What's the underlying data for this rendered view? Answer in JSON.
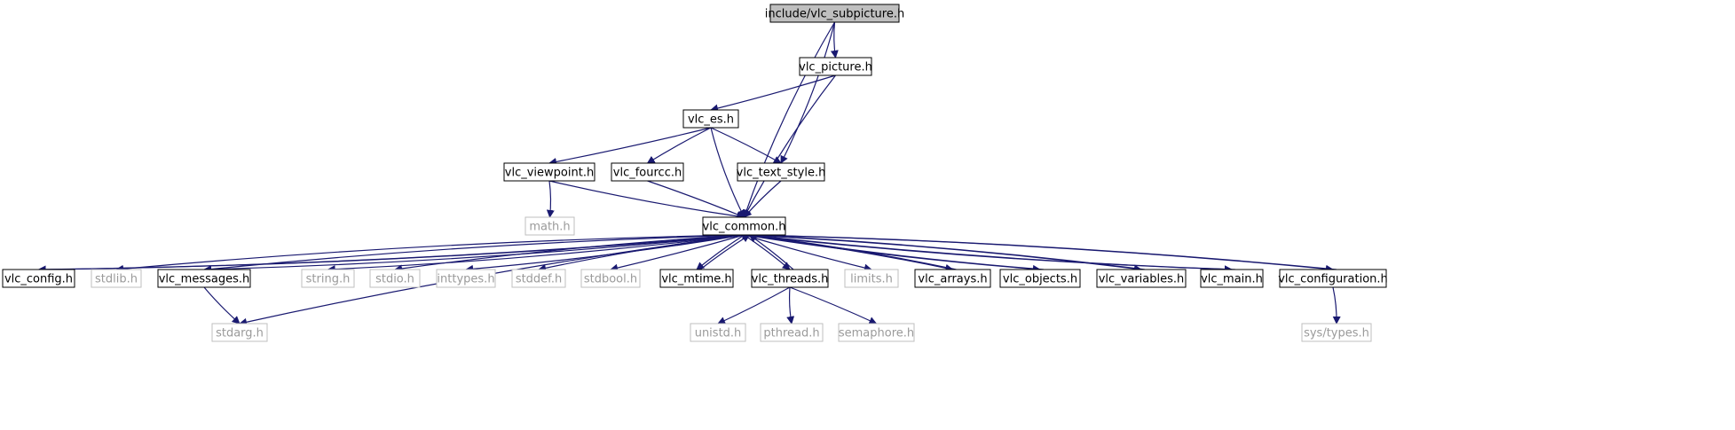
{
  "colors": {
    "edge": "#191970",
    "node_border": "#000000",
    "system_border": "#bfbfbf",
    "system_text": "#9a9a9a",
    "root_fill": "#bfbfbf"
  },
  "nodes": {
    "vlc_subpicture": {
      "label": "include/vlc_subpicture.h",
      "kind": "root"
    },
    "vlc_picture": {
      "label": "vlc_picture.h",
      "kind": "local"
    },
    "vlc_es": {
      "label": "vlc_es.h",
      "kind": "local"
    },
    "vlc_viewpoint": {
      "label": "vlc_viewpoint.h",
      "kind": "local"
    },
    "vlc_fourcc": {
      "label": "vlc_fourcc.h",
      "kind": "local"
    },
    "vlc_text_style": {
      "label": "vlc_text_style.h",
      "kind": "local"
    },
    "math": {
      "label": "math.h",
      "kind": "system"
    },
    "vlc_common": {
      "label": "vlc_common.h",
      "kind": "local"
    },
    "vlc_config": {
      "label": "vlc_config.h",
      "kind": "local"
    },
    "stdlib": {
      "label": "stdlib.h",
      "kind": "system"
    },
    "vlc_messages": {
      "label": "vlc_messages.h",
      "kind": "local"
    },
    "string": {
      "label": "string.h",
      "kind": "system"
    },
    "stdio": {
      "label": "stdio.h",
      "kind": "system"
    },
    "inttypes": {
      "label": "inttypes.h",
      "kind": "system"
    },
    "stddef": {
      "label": "stddef.h",
      "kind": "system"
    },
    "stdbool": {
      "label": "stdbool.h",
      "kind": "system"
    },
    "vlc_mtime": {
      "label": "vlc_mtime.h",
      "kind": "local"
    },
    "vlc_threads": {
      "label": "vlc_threads.h",
      "kind": "local"
    },
    "limits": {
      "label": "limits.h",
      "kind": "system"
    },
    "vlc_arrays": {
      "label": "vlc_arrays.h",
      "kind": "local"
    },
    "vlc_objects": {
      "label": "vlc_objects.h",
      "kind": "local"
    },
    "vlc_variables": {
      "label": "vlc_variables.h",
      "kind": "local"
    },
    "vlc_main": {
      "label": "vlc_main.h",
      "kind": "local"
    },
    "vlc_configuration": {
      "label": "vlc_configuration.h",
      "kind": "local"
    },
    "stdarg": {
      "label": "stdarg.h",
      "kind": "system"
    },
    "unistd": {
      "label": "unistd.h",
      "kind": "system"
    },
    "pthread": {
      "label": "pthread.h",
      "kind": "system"
    },
    "semaphore": {
      "label": "semaphore.h",
      "kind": "system"
    },
    "sys_types": {
      "label": "sys/types.h",
      "kind": "system"
    }
  },
  "edges": [
    [
      "vlc_subpicture",
      "vlc_picture"
    ],
    [
      "vlc_subpicture",
      "vlc_text_style"
    ],
    [
      "vlc_subpicture",
      "vlc_common"
    ],
    [
      "vlc_picture",
      "vlc_es"
    ],
    [
      "vlc_picture",
      "vlc_common"
    ],
    [
      "vlc_es",
      "vlc_viewpoint"
    ],
    [
      "vlc_es",
      "vlc_fourcc"
    ],
    [
      "vlc_es",
      "vlc_text_style"
    ],
    [
      "vlc_es",
      "vlc_common"
    ],
    [
      "vlc_viewpoint",
      "math"
    ],
    [
      "vlc_viewpoint",
      "vlc_common"
    ],
    [
      "vlc_fourcc",
      "vlc_common"
    ],
    [
      "vlc_text_style",
      "vlc_common"
    ],
    [
      "vlc_common",
      "vlc_config"
    ],
    [
      "vlc_common",
      "stdlib"
    ],
    [
      "vlc_common",
      "vlc_messages"
    ],
    [
      "vlc_common",
      "stdarg"
    ],
    [
      "vlc_common",
      "string"
    ],
    [
      "vlc_common",
      "stdio"
    ],
    [
      "vlc_common",
      "inttypes"
    ],
    [
      "vlc_common",
      "stddef"
    ],
    [
      "vlc_common",
      "stdbool"
    ],
    [
      "vlc_common",
      "vlc_mtime"
    ],
    [
      "vlc_common",
      "vlc_threads"
    ],
    [
      "vlc_common",
      "limits"
    ],
    [
      "vlc_common",
      "vlc_arrays"
    ],
    [
      "vlc_common",
      "vlc_objects"
    ],
    [
      "vlc_common",
      "vlc_variables"
    ],
    [
      "vlc_common",
      "vlc_main"
    ],
    [
      "vlc_common",
      "vlc_configuration"
    ],
    [
      "vlc_config",
      "vlc_common"
    ],
    [
      "vlc_messages",
      "vlc_common"
    ],
    [
      "vlc_messages",
      "stdarg"
    ],
    [
      "vlc_mtime",
      "vlc_common"
    ],
    [
      "vlc_threads",
      "vlc_common"
    ],
    [
      "vlc_threads",
      "unistd"
    ],
    [
      "vlc_threads",
      "pthread"
    ],
    [
      "vlc_threads",
      "semaphore"
    ],
    [
      "vlc_arrays",
      "vlc_common"
    ],
    [
      "vlc_objects",
      "vlc_common"
    ],
    [
      "vlc_variables",
      "vlc_common"
    ],
    [
      "vlc_main",
      "vlc_common"
    ],
    [
      "vlc_configuration",
      "vlc_common"
    ],
    [
      "vlc_configuration",
      "sys_types"
    ]
  ]
}
